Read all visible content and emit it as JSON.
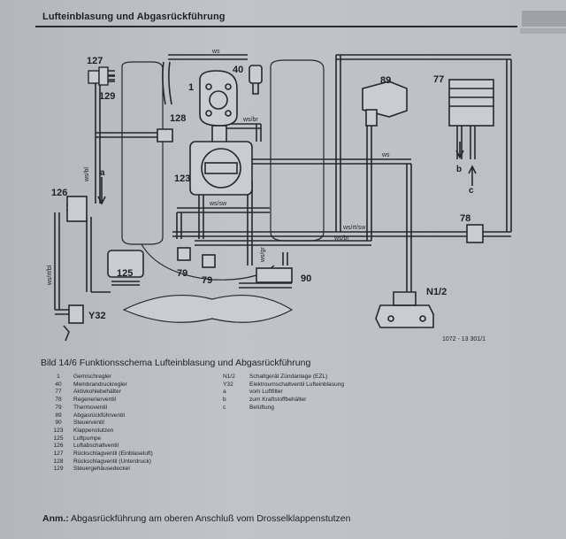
{
  "header": {
    "title": "Lufteinblasung und Abgasrückführung"
  },
  "diagram": {
    "labels": {
      "n127": "127",
      "n129": "129",
      "n40": "40",
      "n1": "1",
      "n128": "128",
      "n123": "123",
      "n126": "126",
      "n125": "125",
      "n79a": "79",
      "n79b": "79",
      "n90": "90",
      "n89": "89",
      "n77": "77",
      "n78": "78",
      "nN12": "N1/2",
      "nY32": "Y32",
      "la": "a",
      "lb": "b",
      "lc": "c"
    },
    "hose_labels": {
      "ws_top": "ws",
      "ws_br": "ws/br",
      "ws_mid": "ws",
      "ws_sw": "ws/sw",
      "ws_rt_sw": "ws/rt/sw",
      "ws_br2": "ws/br",
      "ws_gr": "ws/gr",
      "ws_bl_vert": "ws/bl",
      "ws_rt_bl": "ws/rt/bl"
    },
    "figure_code": "1072 - 13 301/1"
  },
  "caption": {
    "text": "Bild 14/6  Funktionsschema Lufteinblasung und Abgasrückführung"
  },
  "legend_left": [
    {
      "key": "1",
      "text": "Gemischregler"
    },
    {
      "key": "40",
      "text": "Membrandruckregler"
    },
    {
      "key": "77",
      "text": "Aktivkohlebehälter"
    },
    {
      "key": "78",
      "text": "Regenerierventil"
    },
    {
      "key": "79",
      "text": "Thermoventil"
    },
    {
      "key": "89",
      "text": "Abgasrückführventil"
    },
    {
      "key": "90",
      "text": "Steuerventil"
    },
    {
      "key": "123",
      "text": "Klappenstutzen"
    },
    {
      "key": "125",
      "text": "Luftpumpe"
    },
    {
      "key": "126",
      "text": "Luftabschaltventil"
    },
    {
      "key": "127",
      "text": "Rückschlagventil (Einblaseluft)"
    },
    {
      "key": "128",
      "text": "Rückschlagventil (Unterdruck)"
    },
    {
      "key": "129",
      "text": "Steuergehäusedeckel"
    }
  ],
  "legend_right": [
    {
      "key": "N1/2",
      "text": "Schaltgerät Zündanlage (EZL)"
    },
    {
      "key": "Y32",
      "text": "Elektroumschaltventil Lufteinblasung"
    },
    {
      "key": "a",
      "text": "vom Luftfilter"
    },
    {
      "key": "b",
      "text": "zum Kraftstoffbehälter"
    },
    {
      "key": "c",
      "text": "Belüftung"
    }
  ],
  "note": {
    "prefix": "Anm.:",
    "text": " Abgasrückführung am oberen Anschluß vom Drosselklappenstutzen"
  }
}
